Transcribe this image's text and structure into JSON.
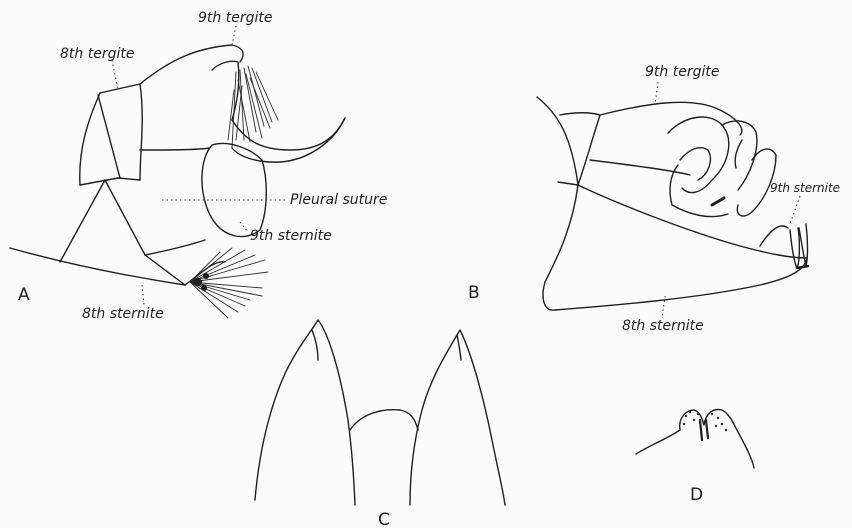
{
  "panels": {
    "A": {
      "letter": "A",
      "labels": {
        "tergite9": "9th tergite",
        "tergite8": "8th tergite",
        "pleural": "Pleural suture",
        "sternite9": "9th sternite",
        "sternite8": "8th sternite"
      }
    },
    "B": {
      "letter": "B",
      "labels": {
        "tergite9": "9th tergite",
        "sternite9": "9th sternite",
        "sternite8": "8th sternite"
      }
    },
    "C": {
      "letter": "C"
    },
    "D": {
      "letter": "D"
    }
  }
}
